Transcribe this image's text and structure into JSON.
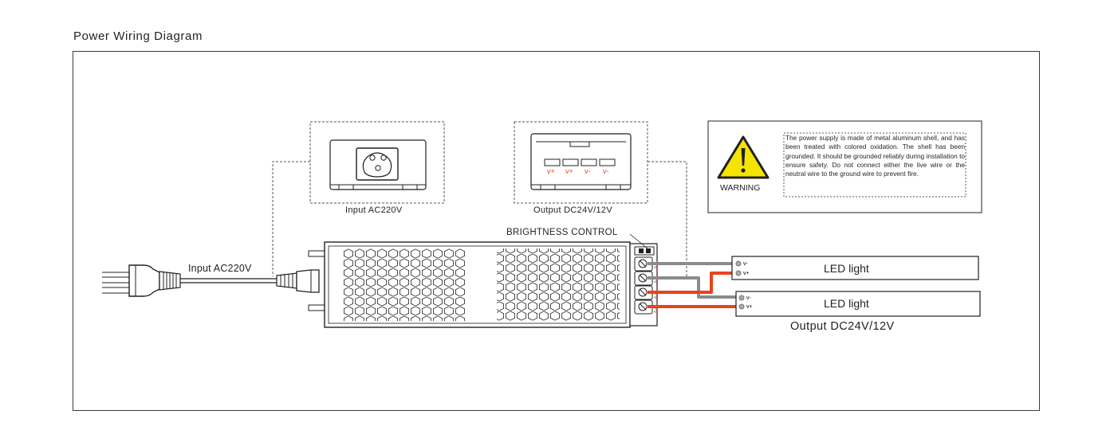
{
  "header": {
    "title": "Power Wiring Diagram"
  },
  "input_panel": {
    "caption": "Input AC220V"
  },
  "output_panel": {
    "caption": "Output DC24V/12V",
    "terminals": [
      "v+",
      "v+",
      "v-",
      "v-"
    ]
  },
  "cord": {
    "label": "Input AC220V"
  },
  "driver": {
    "brightness_label": "BRIGHTNESS CONTROL",
    "terminal_marks": [
      "-V",
      "-V",
      "+V",
      "+V"
    ]
  },
  "led_strips": [
    {
      "label": "LED light",
      "pins": [
        "v-",
        "v+"
      ]
    },
    {
      "label": "LED light",
      "pins": [
        "v-",
        "v+"
      ]
    }
  ],
  "output_label": "Output DC24V/12V",
  "warning": {
    "word": "WARNING",
    "text": "The power supply is made of metal aluminum shell, and has been treated with colored oxidation. The shell has been grounded. It should be grounded reliably during installation to ensure safety. Do not connect either the live wire or the neutral wire to the ground wire to prevent fire."
  },
  "colors": {
    "negative_wire": "#8c8c8c",
    "positive_wire": "#e8421c",
    "warning_yellow": "#f5e400",
    "outline": "#231f20"
  }
}
